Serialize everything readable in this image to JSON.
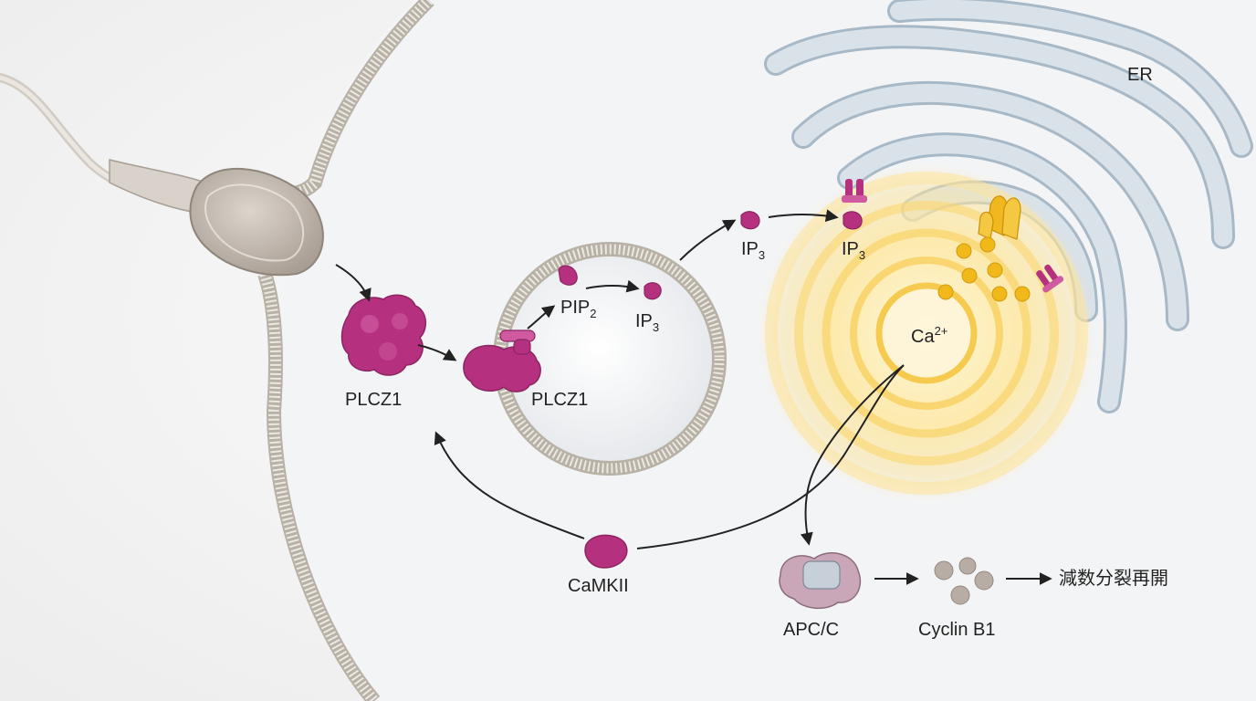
{
  "labels": {
    "er": "ER",
    "plcz1_outer": "PLCZ1",
    "plcz1_inner": "PLCZ1",
    "pip2_base": "PIP",
    "pip2_sub": "2",
    "ip3_inner_base": "IP",
    "ip3_inner_sub": "3",
    "ip3_mid_base": "IP",
    "ip3_mid_sub": "3",
    "ip3_er_base": "IP",
    "ip3_er_sub": "3",
    "ca_base": "Ca",
    "ca_sup": "2+",
    "camkii": "CaMKII",
    "apcc": "APC/C",
    "cyclin": "Cyclin B1",
    "resume": "減数分裂再開"
  },
  "colors": {
    "magenta": "#b5317f",
    "magenta_light": "#cf5aa0",
    "er_fill": "#d8e1e8",
    "er_stroke": "#9fb1c0",
    "calcium": "#f0b81e",
    "membrane": "#c9c4bc",
    "sperm": "#d6cfc7",
    "arrow": "#222222",
    "apcc": "#c9a6b8",
    "cyclin": "#b8ada5"
  }
}
